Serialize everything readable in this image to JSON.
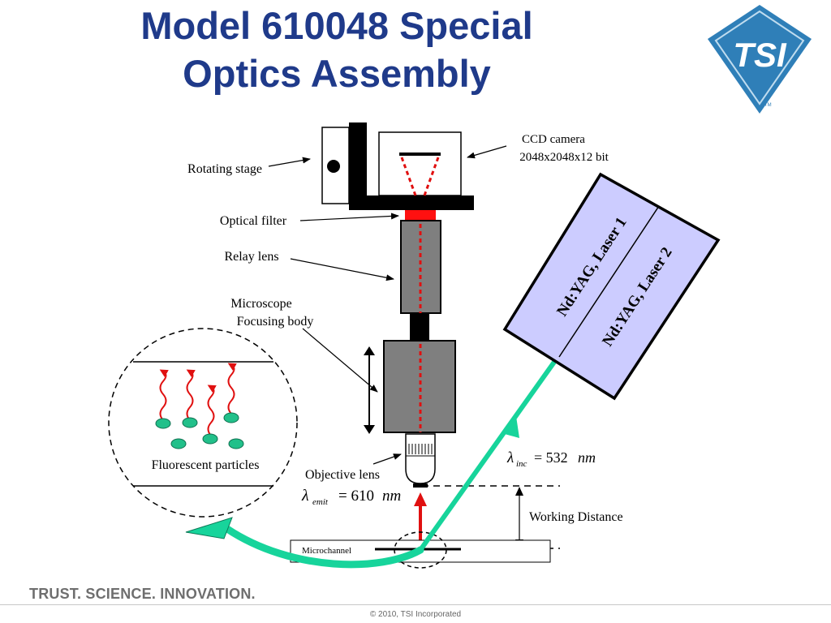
{
  "slide": {
    "title_line1": "Model 610048 Special",
    "title_line2": "Optics Assembly",
    "logo_text": "TSI",
    "logo_tm": "TM",
    "tagline": "TRUST. SCIENCE. INNOVATION.",
    "copyright": "© 2010, TSI Incorporated"
  },
  "labels": {
    "rotating_stage": "Rotating stage",
    "ccd_line1": "CCD camera",
    "ccd_line2": "2048x2048x12 bit",
    "optical_filter": "Optical filter",
    "relay_lens": "Relay lens",
    "microscope_line1": "Microscope",
    "microscope_line2": "Focusing body",
    "fluorescent": "Fluorescent particles",
    "objective": "Objective lens",
    "emit_symbol": "λ",
    "emit_sub": "emit",
    "emit_value": "= 610",
    "emit_unit": "nm",
    "inc_symbol": "λ",
    "inc_sub": "inc",
    "inc_value": "= 532",
    "inc_unit": "nm",
    "working_distance": "Working Distance",
    "microchannel": "Microchannel",
    "laser1": "Nd:YAG, Laser 1",
    "laser2": "Nd:YAG, Laser 2"
  },
  "colors": {
    "title": "#1f3a8a",
    "laser_body": "#ccccff",
    "laser_beam": "#17d49b",
    "emission": "#e01010",
    "particles": "#22c08a",
    "lens_gray": "#7f7f7f",
    "logo_blue": "#2f7fb8"
  }
}
